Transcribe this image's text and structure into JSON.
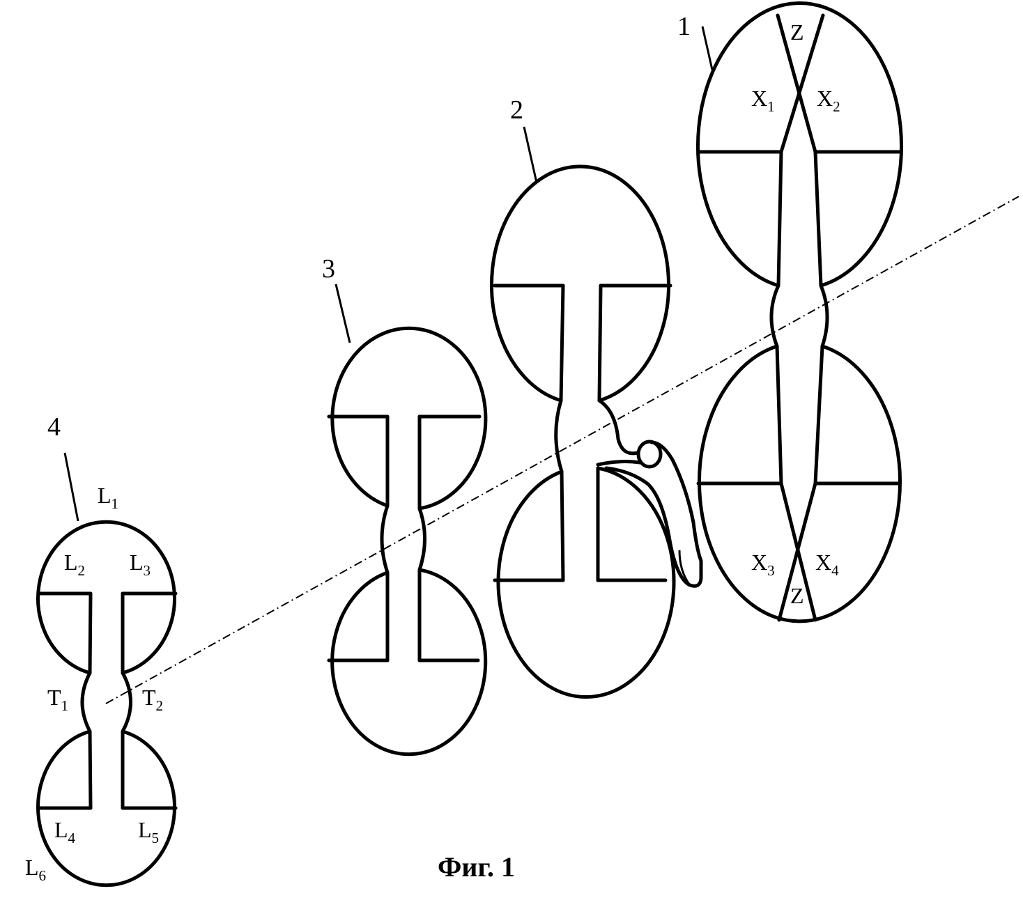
{
  "figure": {
    "caption": "Фиг. 1",
    "stages": [
      {
        "number": "1"
      },
      {
        "number": "2"
      },
      {
        "number": "3"
      },
      {
        "number": "4"
      }
    ],
    "labels": {
      "Z_top": "Z",
      "Z_bottom": "Z",
      "X1": "X",
      "X1_sub": "1",
      "X2": "X",
      "X2_sub": "2",
      "X3": "X",
      "X3_sub": "3",
      "X4": "X",
      "X4_sub": "4",
      "L1": "L",
      "L1_sub": "1",
      "L2": "L",
      "L2_sub": "2",
      "L3": "L",
      "L3_sub": "3",
      "L4": "L",
      "L4_sub": "4",
      "L5": "L",
      "L5_sub": "5",
      "L6": "L",
      "L6_sub": "6",
      "T1": "T",
      "T1_sub": "1",
      "T2": "T",
      "T2_sub": "2"
    }
  }
}
